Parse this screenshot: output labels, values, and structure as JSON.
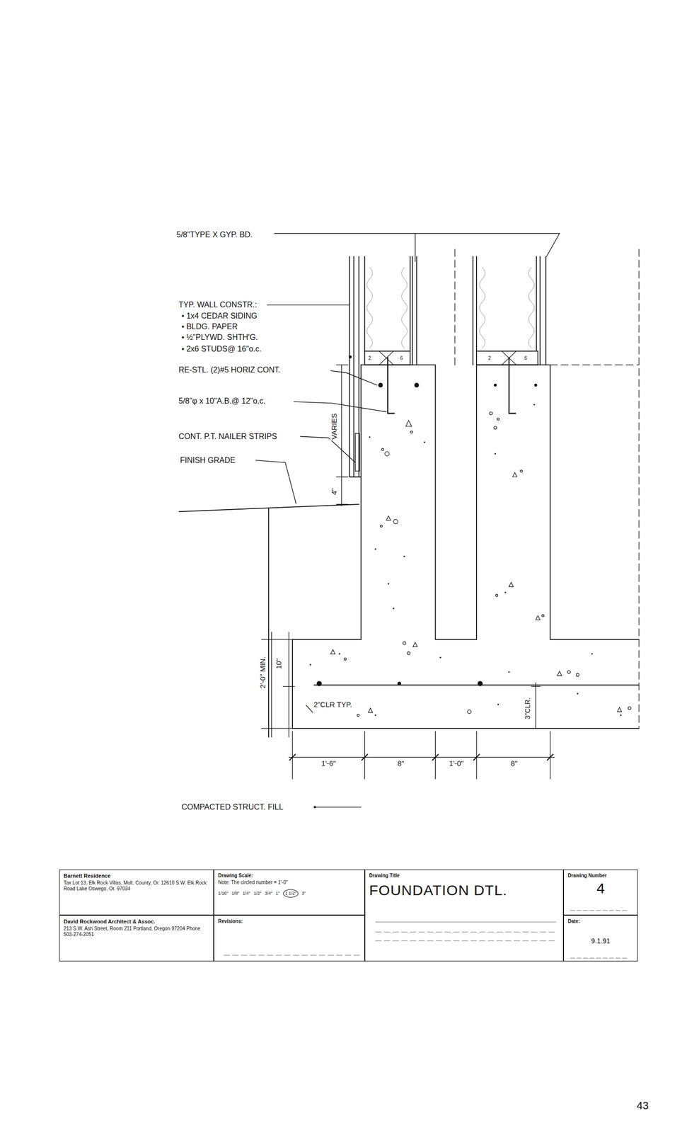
{
  "diagram": {
    "nodes": [
      {
        "text": [
          "Barnett Residence",
          "Tax Lot 13, Elk Rock Villas, Mult. County, Or. 12610 S.W. Elk Rock Road Lake Oswego, Or. 97034"
        ]
      },
      {
        "text": [
          "David Rockwood Architect & Assoc.",
          "213 S.W. Ash Street, Room 211 Portland, Oregon 97204 Phone 503-274-2051"
        ]
      },
      {
        "text": [
          "Drawing Scale:",
          "Note: The circled number = 1'-0\"",
          "1/16\"",
          "1/8\"",
          "1/4\"",
          "1/2\"",
          "3/4\"",
          "1\"",
          "1 1/2\"",
          "3\""
        ]
      },
      {
        "text": [
          "Revisions:"
        ]
      },
      {
        "text": [
          "Drawing Title",
          "FOUNDATION DTL."
        ]
      },
      {
        "text": [
          "Drawing Number",
          "4"
        ]
      },
      {
        "text": [
          "Date:",
          "9.1.91"
        ]
      }
    ],
    "labels": [
      "5/8\"TYPE X GYP. BD.",
      "TYP. WALL CONSTR.:",
      "• 1x4 CEDAR SIDING",
      "• BLDG. PAPER",
      "• ½\"PLYWD. SHTH'G.",
      "• 2x6 STUDS@ 16\"o.c.",
      "RE-STL. (2)#5 HORIZ CONT.",
      "5/8\"φ x 10\"A.B.@ 12\"o.c.",
      "CONT. P.T. NAILER STRIPS",
      "FINISH GRADE",
      "VARIES",
      "4\"",
      "2'-0\" MIN.",
      "10\"",
      "2\"CLR TYP.",
      "3\"CLR.",
      "1'-6\"",
      "8\"",
      "1'-0\"",
      "8\"",
      "COMPACTED STRUCT. FILL",
      "2",
      "6",
      "2",
      "6",
      "43"
    ]
  }
}
